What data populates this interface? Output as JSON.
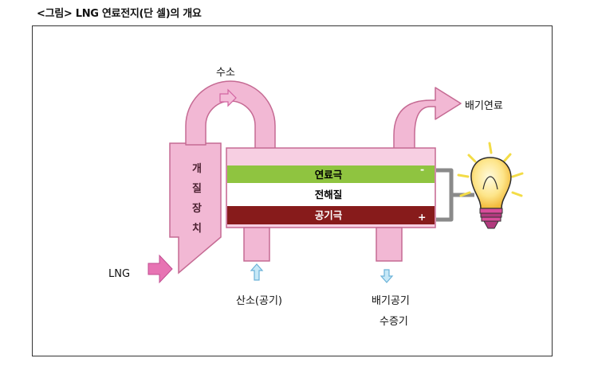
{
  "caption": "<그림> LNG 연료전지(단 셀)의 개요",
  "labels": {
    "hydrogen": "수소",
    "exhaust_fuel": "배기연료",
    "reformer": [
      "개",
      "질",
      "장",
      "치"
    ],
    "lng": "LNG",
    "fuel_electrode": "연료극",
    "electrolyte": "전해질",
    "air_electrode": "공기극",
    "minus_sign": "-",
    "plus_sign": "+",
    "oxygen_air": "산소(공기)",
    "exhaust_air_line1": "배기공기",
    "exhaust_air_line2": "수증기"
  },
  "colors": {
    "pink": "#f2b8d4",
    "pink_edge": "#c56a93",
    "arrow_pink": "#e773b3",
    "fuel_electrode": "#8fc440",
    "air_electrode": "#871b1b",
    "connector": "#8a8a8a",
    "blue_arrow": "#c6e8f7",
    "blue_arrow_edge": "#6bb2d8"
  }
}
